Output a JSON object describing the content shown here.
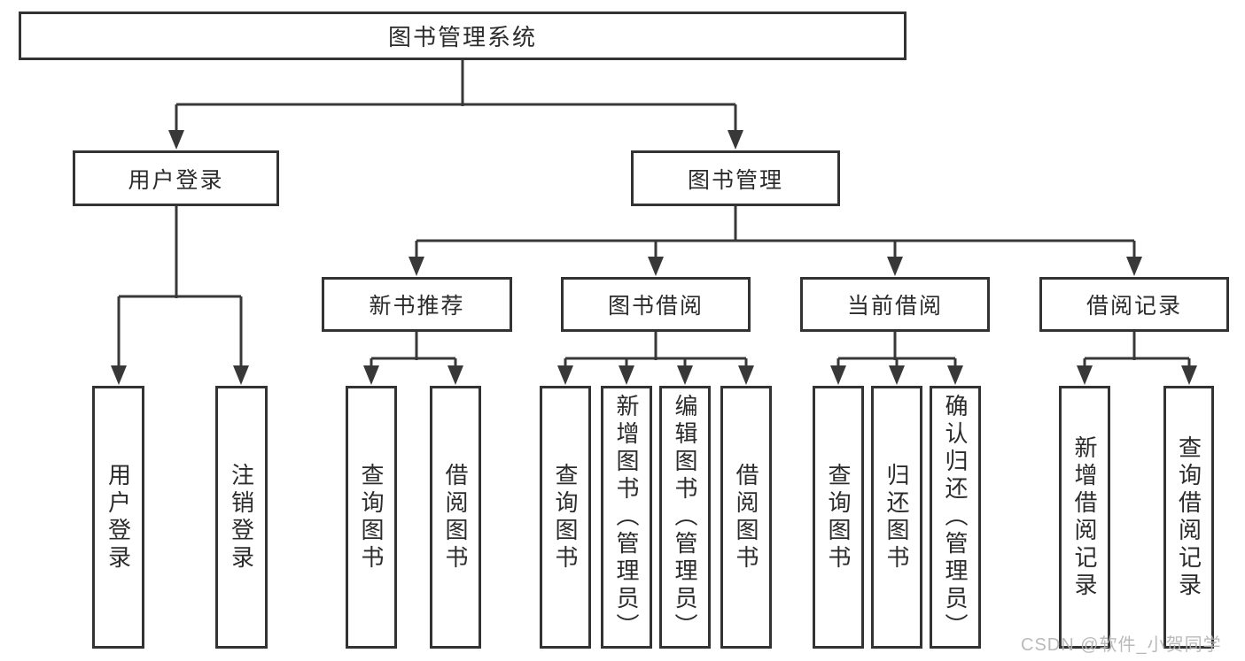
{
  "diagram": {
    "root": {
      "label": "图书管理系统"
    },
    "level2": [
      {
        "label": "用户登录"
      },
      {
        "label": "图书管理"
      }
    ],
    "level3": [
      {
        "label": "新书推荐"
      },
      {
        "label": "图书借阅"
      },
      {
        "label": "当前借阅"
      },
      {
        "label": "借阅记录"
      }
    ],
    "leaves": {
      "user_login": [
        {
          "label": "用户登录"
        },
        {
          "label": "注销登录"
        }
      ],
      "new_book_rec": [
        {
          "label": "查询图书"
        },
        {
          "label": "借阅图书"
        }
      ],
      "book_borrow": [
        {
          "label": "查询图书"
        },
        {
          "label": "新增图书（管理员）"
        },
        {
          "label": "编辑图书（管理员）"
        },
        {
          "label": "借阅图书"
        }
      ],
      "current_borrow": [
        {
          "label": "查询图书"
        },
        {
          "label": "归还图书"
        },
        {
          "label": "确认归还（管理员）"
        }
      ],
      "borrow_records": [
        {
          "label": "新增借阅记录"
        },
        {
          "label": "查询借阅记录"
        }
      ]
    }
  },
  "watermark": {
    "text": "CSDN @软件_小贺同学"
  },
  "colors": {
    "line": "#383838",
    "box_border": "#333333",
    "text": "#2b2b2b",
    "watermark": "#b5b5b5",
    "background": "#ffffff"
  }
}
